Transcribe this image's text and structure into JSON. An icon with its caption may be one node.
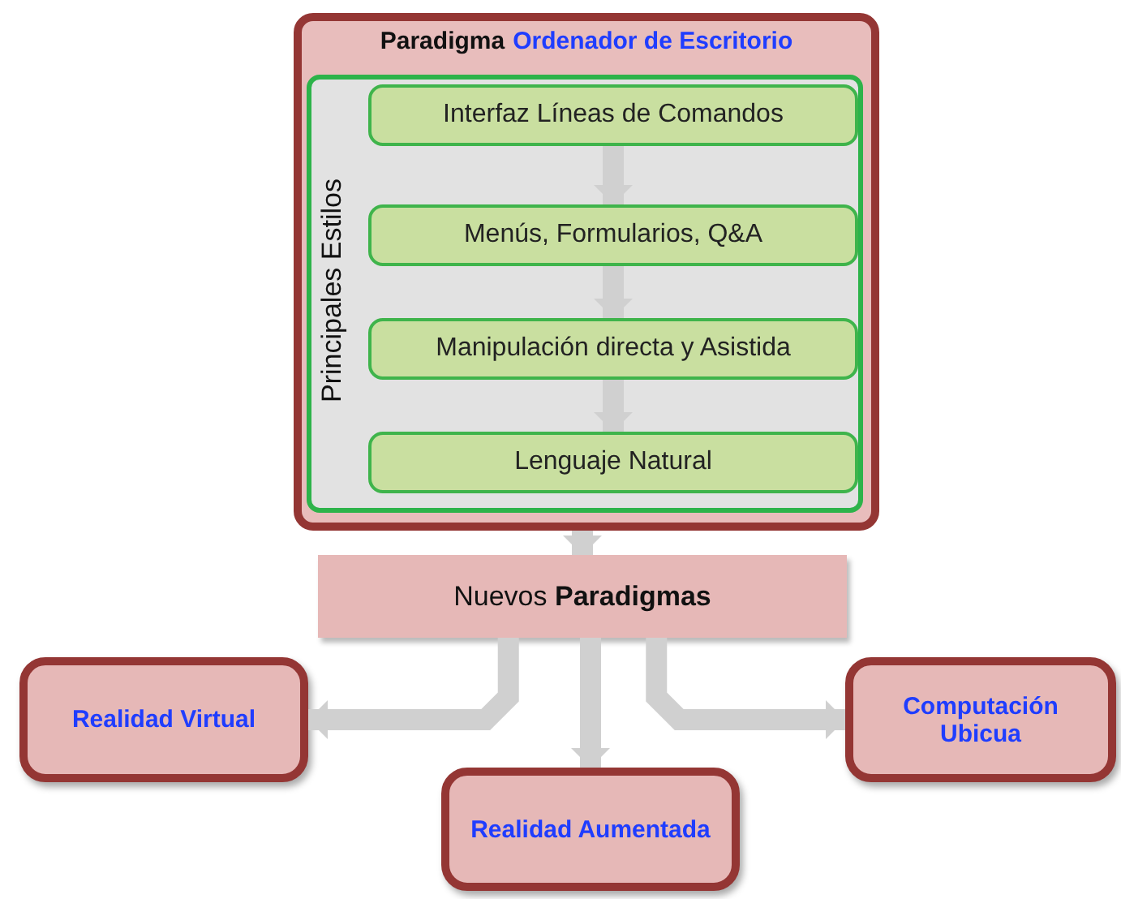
{
  "diagram": {
    "nodes": [
      {
        "text": [
          "Paradigma",
          "Ordenador de Escritorio"
        ]
      },
      {
        "text": [
          "Principales Estilos"
        ],
        "in": 0
      },
      {
        "text": [
          "Interfaz Líneas de Comandos"
        ],
        "in": 1
      },
      {
        "text": [
          "Menús, Formularios, Q&A"
        ],
        "in": 1
      },
      {
        "text": [
          "Manipulación directa y Asistida"
        ],
        "in": 1
      },
      {
        "text": [
          "Lenguaje Natural"
        ],
        "in": 1
      },
      {
        "text": [
          "Nuevos **Paradigmas**"
        ]
      },
      {
        "text": [
          "Realidad Virtual"
        ]
      },
      {
        "text": [
          "Realidad Aumentada"
        ]
      },
      {
        "text": [
          "Computación Ubicua"
        ]
      }
    ],
    "edges": [
      {
        "from": 2,
        "to": 3,
        "arrow": "to"
      },
      {
        "from": 3,
        "to": 4,
        "arrow": "to"
      },
      {
        "from": 4,
        "to": 5,
        "arrow": "to"
      },
      {
        "from": 0,
        "to": 6,
        "arrow": "to"
      },
      {
        "from": 6,
        "to": 7,
        "arrow": "to"
      },
      {
        "from": 6,
        "to": 8,
        "arrow": "to"
      },
      {
        "from": 6,
        "to": 9,
        "arrow": "to"
      }
    ]
  }
}
